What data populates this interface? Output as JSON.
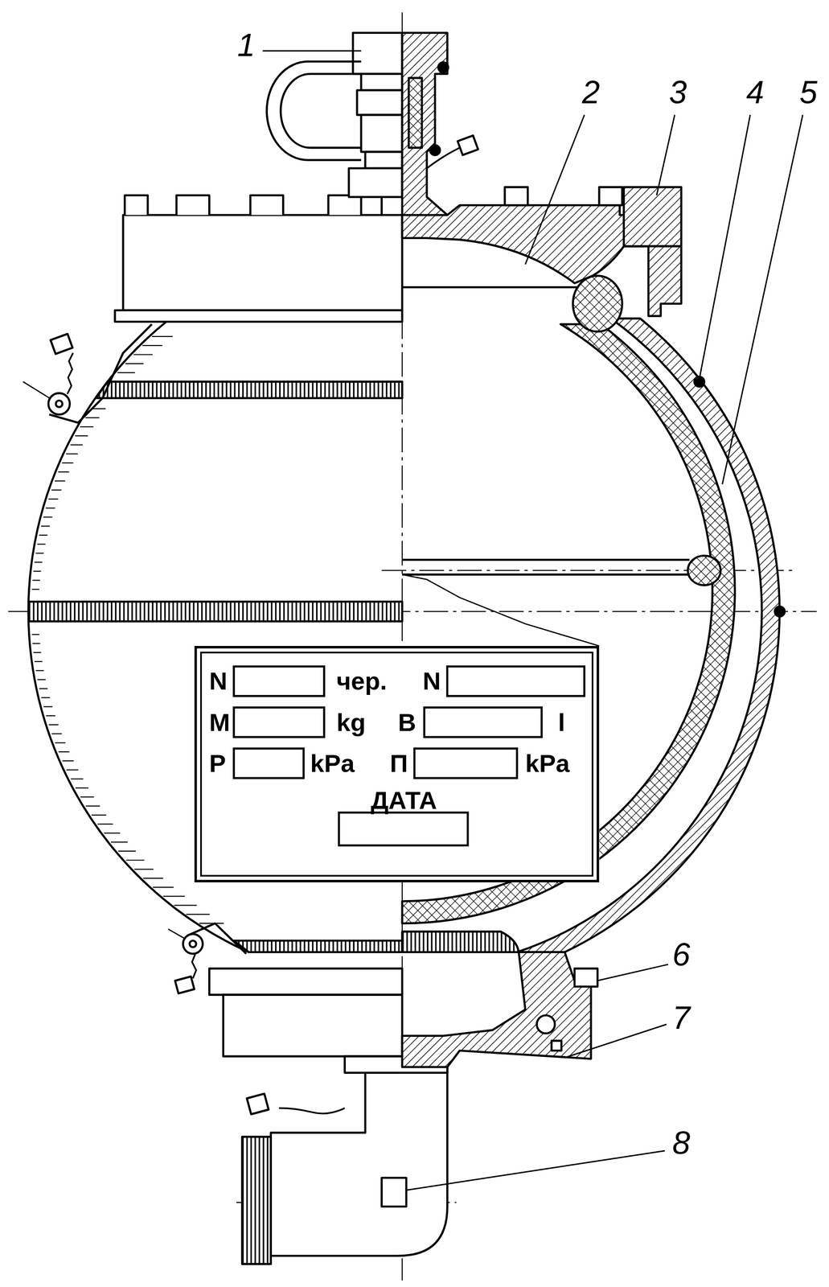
{
  "diagram": {
    "nodes": [
      {
        "text": [
          "N",
          "чер.",
          "N",
          "M",
          "kg",
          "B",
          "l",
          "P",
          "kPa",
          "П",
          "kPa",
          "ДАТА"
        ]
      }
    ],
    "labels": [
      "1",
      "2",
      "3",
      "4",
      "5",
      "6",
      "7",
      "8"
    ]
  }
}
